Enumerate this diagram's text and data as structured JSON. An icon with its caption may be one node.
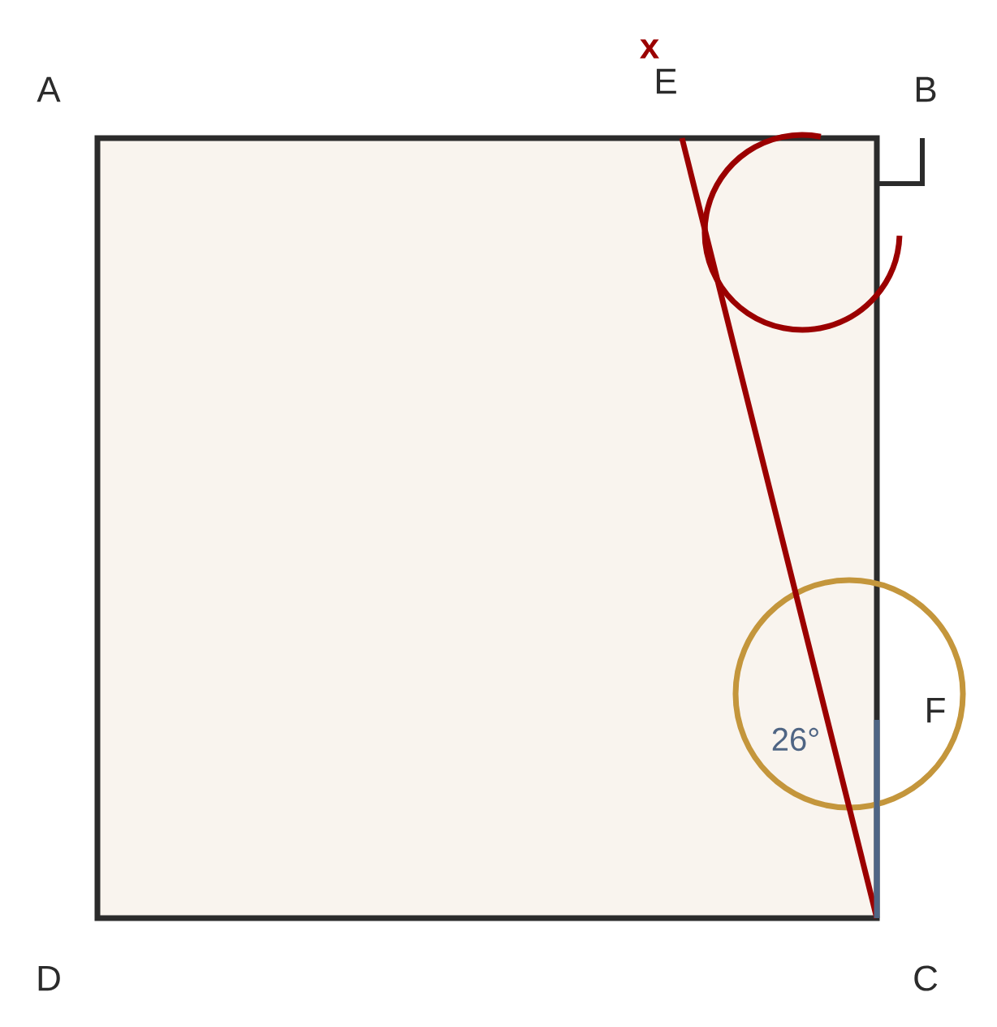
{
  "diagram": {
    "labels": [
      "x",
      "E",
      "A",
      "B",
      "F",
      "26°",
      "D",
      "C"
    ]
  }
}
